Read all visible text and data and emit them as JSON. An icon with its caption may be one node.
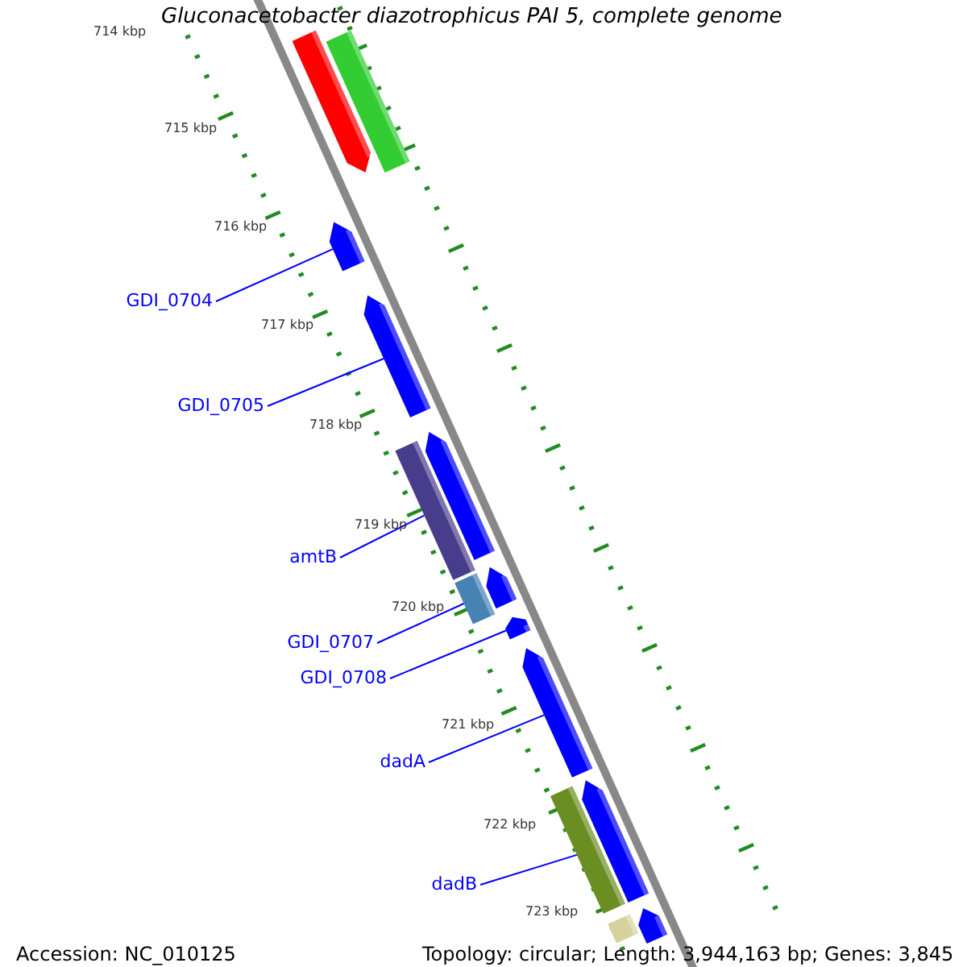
{
  "diagram": {
    "title": "Gluconacetobacter diazotrophicus PAI 5, complete genome",
    "nodes": [
      {
        "text": [
          "GDI_0704"
        ]
      },
      {
        "text": [
          "GDI_0705"
        ]
      },
      {
        "text": [
          "amtB"
        ]
      },
      {
        "text": [
          "GDI_0707"
        ]
      },
      {
        "text": [
          "GDI_0708"
        ]
      },
      {
        "text": [
          "dadA"
        ]
      },
      {
        "text": [
          "dadB"
        ]
      },
      {
        "text": [],
        "shape": "arrow"
      },
      {
        "text": [],
        "shape": "bar"
      },
      {
        "text": [],
        "shape": "arrow"
      },
      {
        "text": [],
        "shape": "arrow"
      },
      {
        "text": [],
        "shape": "bar"
      },
      {
        "text": [],
        "shape": "arrow"
      },
      {
        "text": [],
        "shape": "bar"
      },
      {
        "text": [],
        "shape": "arrow"
      },
      {
        "text": [],
        "shape": "arrow"
      },
      {
        "text": [],
        "shape": "arrow"
      },
      {
        "text": [],
        "shape": "bar"
      },
      {
        "text": [],
        "shape": "arrow"
      },
      {
        "text": [],
        "shape": "bar"
      },
      {
        "text": [],
        "shape": "arrow"
      }
    ],
    "edges": [
      {
        "from": 0,
        "to": 9,
        "arrow": "none"
      },
      {
        "from": 1,
        "to": 10,
        "arrow": "none"
      },
      {
        "from": 2,
        "to": 11,
        "arrow": "none"
      },
      {
        "from": 3,
        "to": 13,
        "arrow": "none"
      },
      {
        "from": 4,
        "to": 15,
        "arrow": "none"
      },
      {
        "from": 5,
        "to": 16,
        "arrow": "none"
      },
      {
        "from": 6,
        "to": 17,
        "arrow": "none"
      }
    ],
    "labels": [
      "714 kbp",
      "715 kbp",
      "716 kbp",
      "717 kbp",
      "718 kbp",
      "719 kbp",
      "720 kbp",
      "721 kbp",
      "722 kbp",
      "723 kbp",
      "Accession: NC_010125",
      "Topology: circular; Length: 3,944,163 bp; Genes: 3,845"
    ]
  }
}
